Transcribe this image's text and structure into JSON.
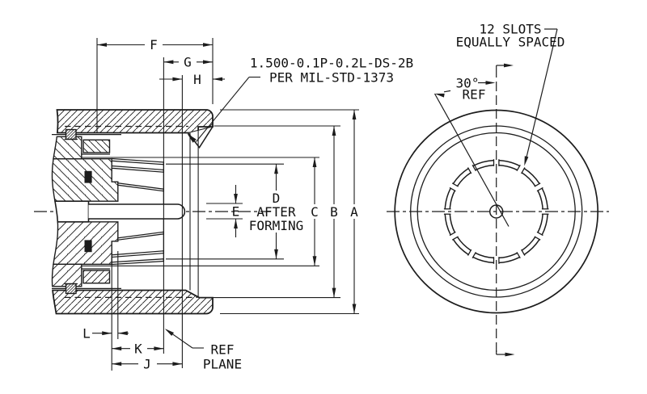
{
  "section": {
    "dim_labels": {
      "A": "A",
      "B": "B",
      "C": "C",
      "D": "D",
      "E": "E",
      "F": "F",
      "G": "G",
      "H": "H",
      "J": "J",
      "K": "K",
      "L": "L"
    },
    "d_note": {
      "line1": "AFTER",
      "line2": "FORMING"
    },
    "thread_callout": {
      "line1": "1.500-0.1P-0.2L-DS-2B",
      "line2": "PER MIL-STD-1373"
    },
    "ref_plane": {
      "line1": "REF",
      "line2": "PLANE"
    }
  },
  "front": {
    "slots_note": {
      "line1": "12 SLOTS",
      "line2": "EQUALLY SPACED"
    },
    "angle": {
      "value": "30°",
      "ref": "REF"
    },
    "slot_count": 12
  },
  "colors": {
    "line": "#1c1c1c",
    "background": "#ffffff"
  }
}
